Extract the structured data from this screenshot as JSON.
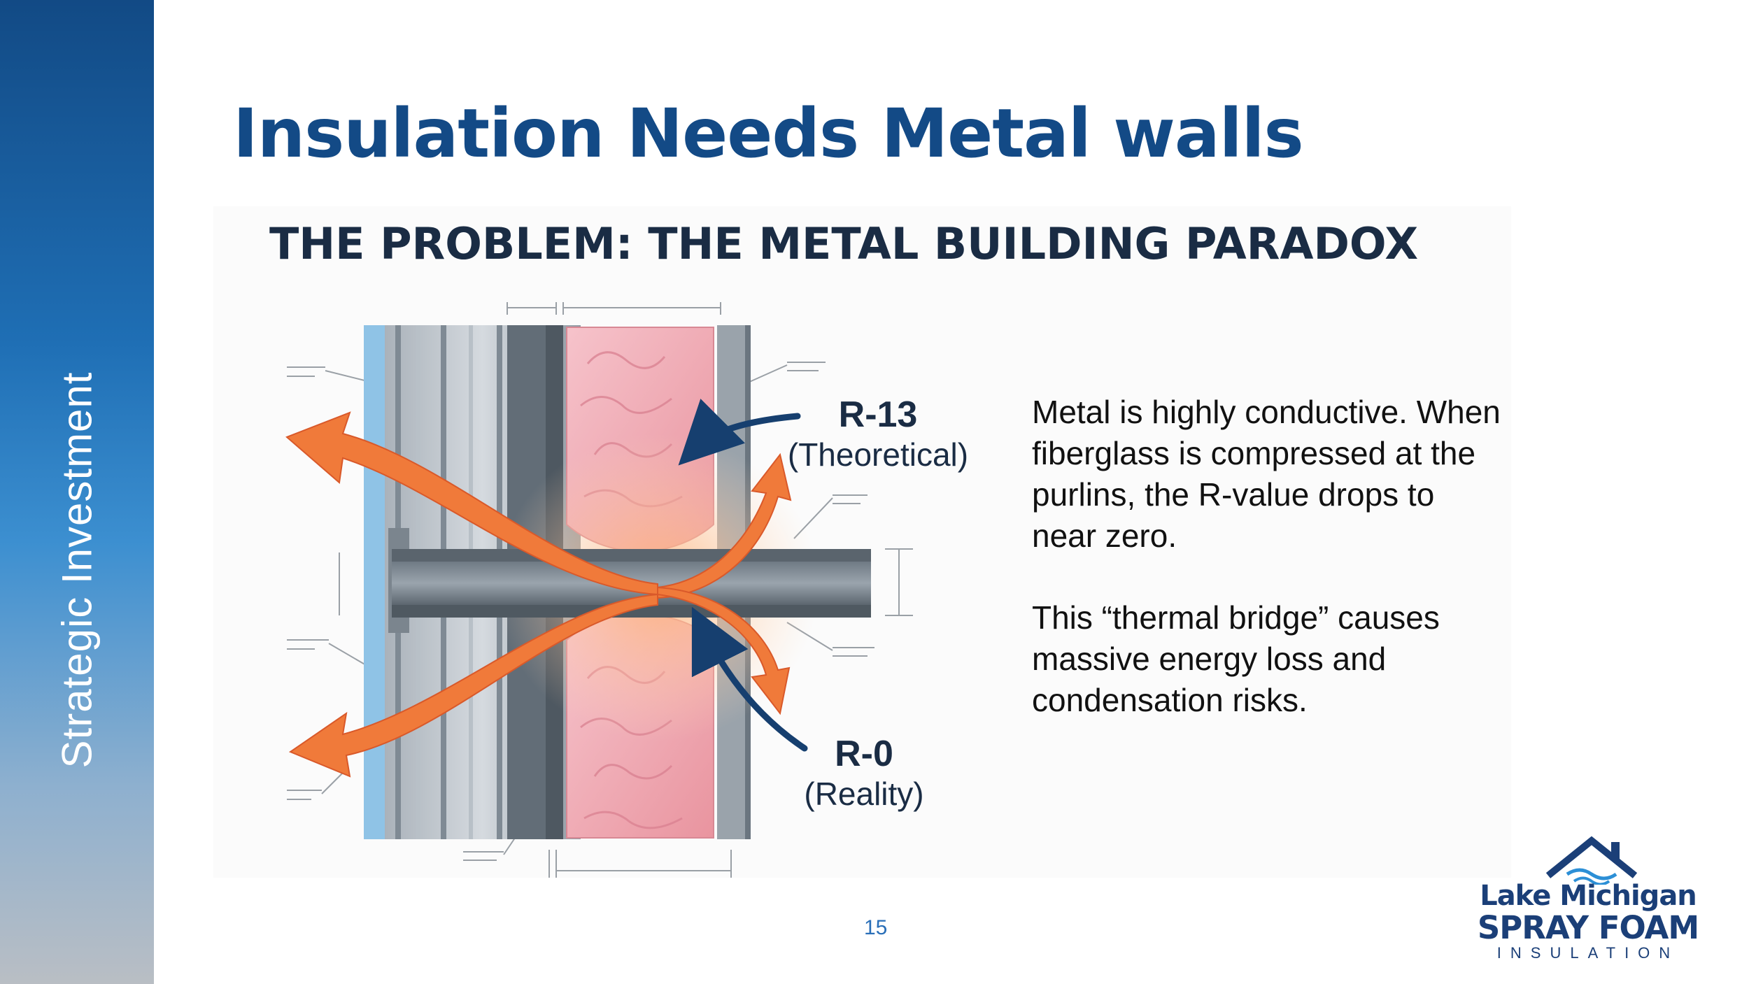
{
  "sidebar": {
    "label": "Strategic Investment"
  },
  "slide": {
    "title": "Insulation Needs Metal walls",
    "page_number": "15"
  },
  "diagram": {
    "heading": "THE PROBLEM: THE METAL BUILDING PARADOX",
    "callouts": {
      "theoretical": {
        "value": "R-13",
        "label": "(Theoretical)"
      },
      "reality": {
        "value": "R-0",
        "label": "(Reality)"
      }
    },
    "explanation": {
      "p1": "Metal is highly conductive. When fiberglass is compressed at the purlins, the R-value drops to near zero.",
      "p2": "This “thermal bridge” causes massive energy loss and condensation risks."
    },
    "colors": {
      "heat_arrow": "#f07a3a",
      "insulation": "#f0a9b5",
      "steel": "#8b959e",
      "callout_arrow": "#163f6f"
    }
  },
  "logo": {
    "line1": "Lake Michigan",
    "line2": "SPRAY FOAM",
    "line3": "INSULATION"
  }
}
